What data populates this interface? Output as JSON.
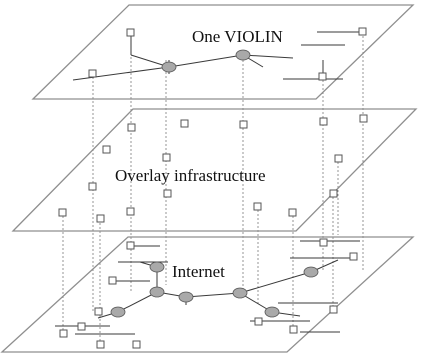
{
  "diagram": {
    "labels": {
      "top": "One VIOLIN",
      "middle": "Overlay infrastructure",
      "bottom": "Internet"
    },
    "colors": {
      "plane_stroke": "#8f8f8f",
      "connector": "#8a8a8a",
      "router_fill": "#a9a9a9"
    }
  }
}
